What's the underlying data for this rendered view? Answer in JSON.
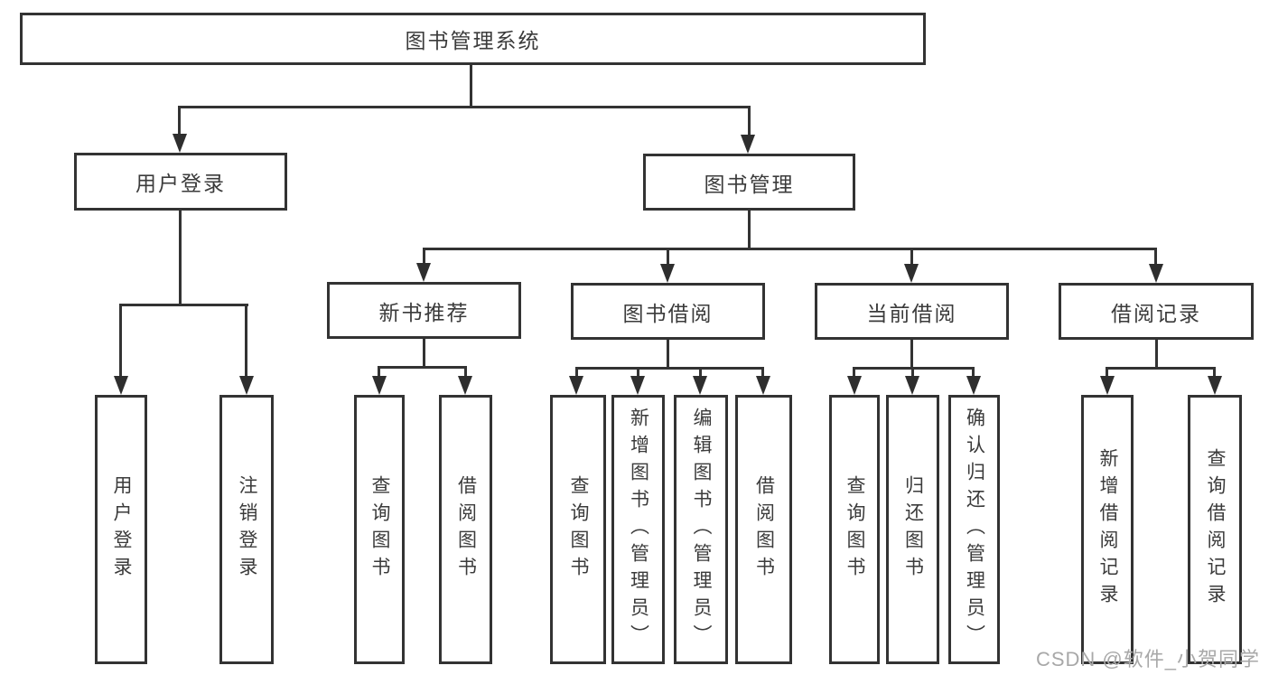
{
  "diagram": {
    "root": {
      "label": "图书管理系统"
    },
    "branches": [
      {
        "label": "用户登录",
        "children": [
          {
            "label": "用户登录"
          },
          {
            "label": "注销登录"
          }
        ]
      },
      {
        "label": "图书管理",
        "children": [
          {
            "label": "新书推荐",
            "children": [
              {
                "label": "查询图书"
              },
              {
                "label": "借阅图书"
              }
            ]
          },
          {
            "label": "图书借阅",
            "children": [
              {
                "label": "查询图书"
              },
              {
                "label": "新增图书（管理员）"
              },
              {
                "label": "编辑图书（管理员）"
              },
              {
                "label": "借阅图书"
              }
            ]
          },
          {
            "label": "当前借阅",
            "children": [
              {
                "label": "查询图书"
              },
              {
                "label": "归还图书"
              },
              {
                "label": "确认归还（管理员）"
              }
            ]
          },
          {
            "label": "借阅记录",
            "children": [
              {
                "label": "新增借阅记录"
              },
              {
                "label": "查询借阅记录"
              }
            ]
          }
        ]
      }
    ]
  },
  "watermark": {
    "text": "CSDN @软件_小贺同学"
  },
  "colors": {
    "line": "#333333",
    "box_border": "#333333",
    "box_fill": "#ffffff",
    "text": "#3b3b3b",
    "watermark": "#a8a8a8",
    "background": "#ffffff"
  }
}
